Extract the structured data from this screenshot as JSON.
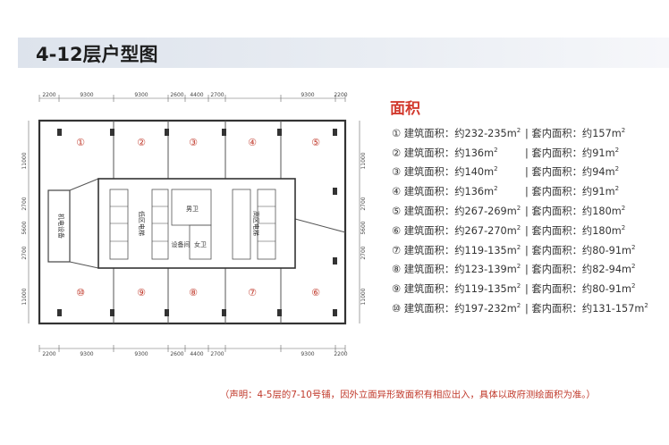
{
  "header": {
    "title": "4-12层户型图"
  },
  "plan": {
    "units": [
      "①",
      "②",
      "③",
      "④",
      "⑤",
      "⑩",
      "⑨",
      "⑧",
      "⑦",
      "⑥"
    ],
    "dims_top": [
      "2200",
      "9300",
      "9300",
      "2600",
      "4400",
      "2700",
      "9300",
      "2200"
    ],
    "dims_bottom": [
      "2200",
      "9300",
      "9300",
      "2600",
      "4400",
      "2700",
      "9300",
      "2200"
    ],
    "dims_left": [
      "11000",
      "2700",
      "5600",
      "2700",
      "11000"
    ],
    "dims_right": [
      "11000",
      "2700",
      "5600",
      "2700",
      "11000"
    ],
    "labels": {
      "low_zone": "低区电梯",
      "high_zone": "高区电梯",
      "male_wc": "男卫",
      "female_wc": "女卫",
      "equip_room": "设备间"
    }
  },
  "area": {
    "title": "面积",
    "rows": [
      {
        "gross": "① 建筑面积：约232-235m",
        "net": "套内面积：约157m"
      },
      {
        "gross": "② 建筑面积：约136m",
        "net": "套内面积：约91m"
      },
      {
        "gross": "③ 建筑面积：约140m",
        "net": "套内面积：约94m"
      },
      {
        "gross": "④ 建筑面积：约136m",
        "net": "套内面积：约91m"
      },
      {
        "gross": "⑤ 建筑面积：约267-269m",
        "net": "套内面积：约180m"
      },
      {
        "gross": "⑥ 建筑面积：约267-270m",
        "net": "套内面积：约180m"
      },
      {
        "gross": "⑦ 建筑面积：约119-135m",
        "net": "套内面积：约80-91m"
      },
      {
        "gross": "⑧ 建筑面积：约123-139m",
        "net": "套内面积：约82-94m"
      },
      {
        "gross": "⑨ 建筑面积：约119-135m",
        "net": "套内面积：约80-91m"
      },
      {
        "gross": "⑩ 建筑面积：约197-232m",
        "net": "套内面积：约131-157m"
      }
    ],
    "sep": "|",
    "sq": "2"
  },
  "note": "（声明：4-5层的7-10号铺，因外立面异形致面积有相应出入，具体以政府测绘面积为准。）"
}
